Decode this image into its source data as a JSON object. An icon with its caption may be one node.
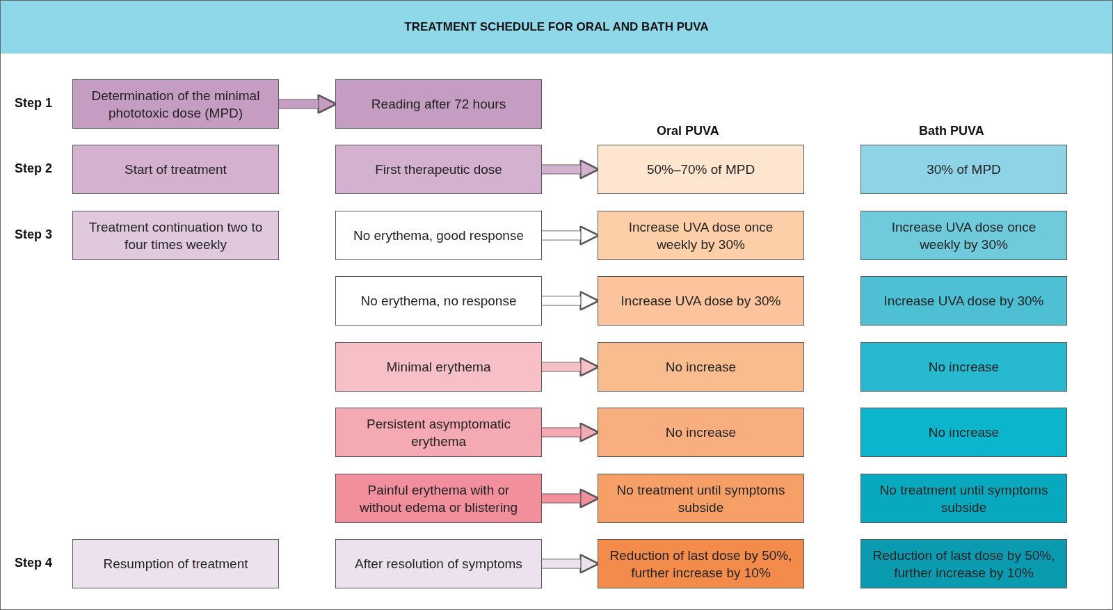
{
  "diagram": {
    "title": "TREATMENT SCHEDULE FOR ORAL AND BATH PUVA",
    "nodes": [
      {
        "text": [
          "Determination of the minimal phototoxic dose (MPD)"
        ]
      },
      {
        "text": [
          "Reading after 72 hours"
        ]
      },
      {
        "text": [
          "Start of treatment"
        ]
      },
      {
        "text": [
          "First therapeutic dose"
        ]
      },
      {
        "text": [
          "50%–70% of MPD"
        ]
      },
      {
        "text": [
          "30% of MPD"
        ]
      },
      {
        "text": [
          "Treatment continuation two to four times weekly"
        ]
      },
      {
        "text": [
          "No erythema, good response"
        ]
      },
      {
        "text": [
          "Increase UVA dose once weekly by 30%"
        ]
      },
      {
        "text": [
          "Increase UVA dose once weekly by 30%"
        ]
      },
      {
        "text": [
          "No erythema, no response"
        ]
      },
      {
        "text": [
          "Increase UVA dose by 30%"
        ]
      },
      {
        "text": [
          "Increase UVA dose by 30%"
        ]
      },
      {
        "text": [
          "Minimal erythema"
        ]
      },
      {
        "text": [
          "No increase"
        ]
      },
      {
        "text": [
          "No increase"
        ]
      },
      {
        "text": [
          "Persistent asymptomatic erythema"
        ]
      },
      {
        "text": [
          "No increase"
        ]
      },
      {
        "text": [
          "No increase"
        ]
      },
      {
        "text": [
          "Painful erythema with or without edema or blistering"
        ]
      },
      {
        "text": [
          "No treatment until symptoms subside"
        ]
      },
      {
        "text": [
          "No treatment until symptoms subside"
        ]
      },
      {
        "text": [
          "Resumption of treatment"
        ]
      },
      {
        "text": [
          "After resolution of symptoms"
        ]
      },
      {
        "text": [
          "Reduction of last dose by 50%, further increase by 10%"
        ]
      },
      {
        "text": [
          "Reduction of last dose by 50%, further increase by 10%"
        ]
      }
    ],
    "edges": [
      {
        "from": 0,
        "to": 1,
        "arrow": "to",
        "color": "#c59cc2"
      },
      {
        "from": 3,
        "to": 4,
        "arrow": "to",
        "color": "#d3b1cf"
      },
      {
        "from": 7,
        "to": 8,
        "arrow": "to",
        "color": "#ffffff"
      },
      {
        "from": 10,
        "to": 11,
        "arrow": "to",
        "color": "#ffffff"
      },
      {
        "from": 13,
        "to": 14,
        "arrow": "to",
        "color": "#f7c0c6"
      },
      {
        "from": 16,
        "to": 17,
        "arrow": "to",
        "color": "#f5aab3"
      },
      {
        "from": 19,
        "to": 20,
        "arrow": "to",
        "color": "#f28f9d"
      },
      {
        "from": 23,
        "to": 24,
        "arrow": "to",
        "color": "#ece2ed"
      }
    ],
    "labels": [
      "Step 1",
      "Oral PUVA",
      "Bath PUVA",
      "Step 2",
      "Step 3",
      "Step 4"
    ]
  }
}
